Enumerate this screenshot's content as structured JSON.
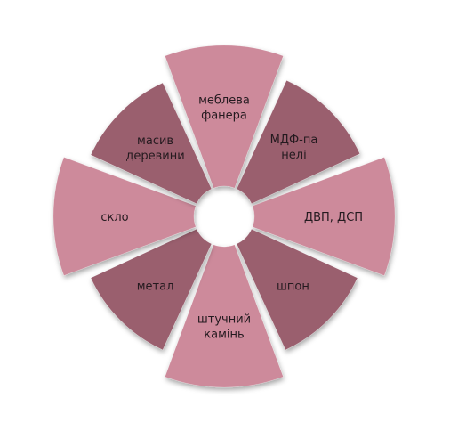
{
  "colors": {
    "light_segment": "#cd8a9b",
    "dark_segment": "#9a5e6e",
    "text": "#241a1f"
  },
  "segments": [
    {
      "lines": [
        "меблева",
        "фанера"
      ],
      "tone": "light"
    },
    {
      "lines": [
        "МДФ-па",
        "нелі"
      ],
      "tone": "dark"
    },
    {
      "lines": [
        "ДВП, ДСП"
      ],
      "tone": "light"
    },
    {
      "lines": [
        "шпон"
      ],
      "tone": "dark"
    },
    {
      "lines": [
        "штучний",
        "камінь"
      ],
      "tone": "light"
    },
    {
      "lines": [
        "метал"
      ],
      "tone": "dark"
    },
    {
      "lines": [
        "скло"
      ],
      "tone": "light"
    },
    {
      "lines": [
        "масив",
        "деревини"
      ],
      "tone": "dark"
    }
  ]
}
